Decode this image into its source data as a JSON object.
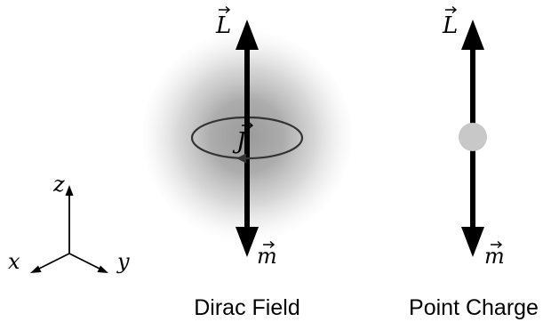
{
  "axes": {
    "x_label": "x",
    "y_label": "y",
    "z_label": "z"
  },
  "dirac_field": {
    "caption": "Dirac Field",
    "angular_momentum_label": "L",
    "magnetic_moment_label": "m",
    "current_label": "J"
  },
  "point_charge": {
    "caption": "Point Charge",
    "angular_momentum_label": "L",
    "magnetic_moment_label": "m"
  },
  "colors": {
    "arrow": "#000000",
    "cloud_center": "#9a9a9a",
    "point_charge": "#c8c8c8",
    "current_loop": "#333333"
  }
}
